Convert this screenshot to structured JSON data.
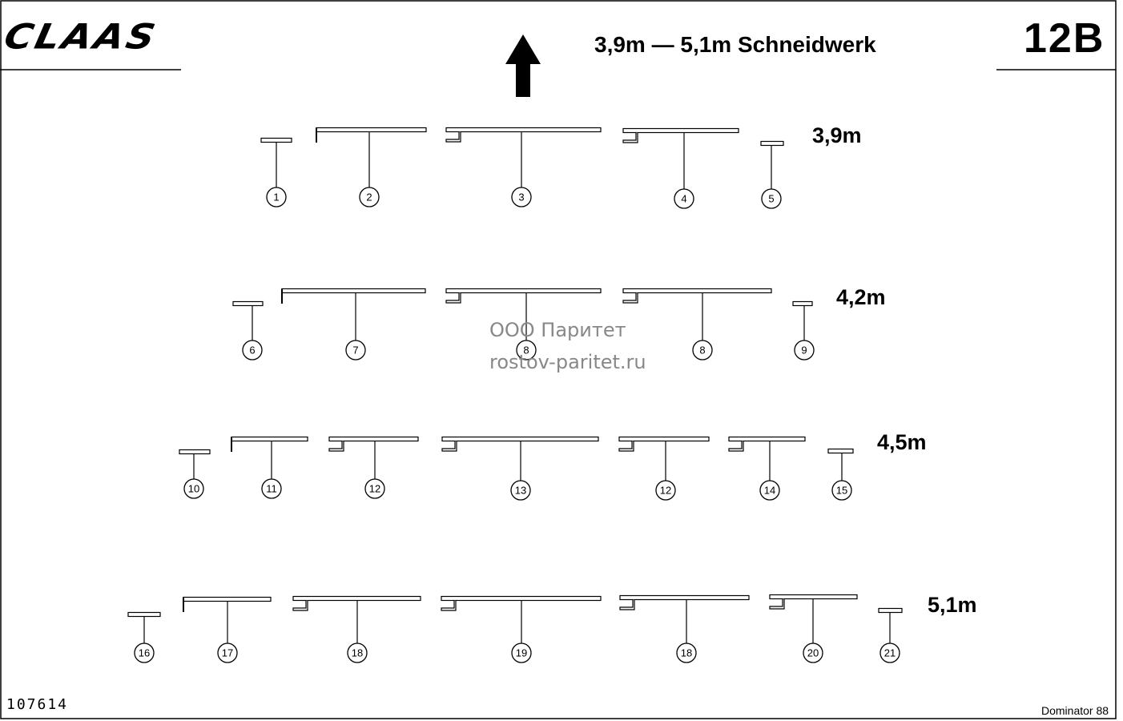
{
  "header": {
    "logo": "CLAAS",
    "title": "3,9m — 5,1m Schneidwerk",
    "code": "12B"
  },
  "rows": [
    {
      "label": "3,9m",
      "parts": [
        "1",
        "2",
        "3",
        "4",
        "5"
      ]
    },
    {
      "label": "4,2m",
      "parts": [
        "6",
        "7",
        "8",
        "8",
        "9"
      ]
    },
    {
      "label": "4,5m",
      "parts": [
        "10",
        "11",
        "12",
        "13",
        "12",
        "14",
        "15"
      ]
    },
    {
      "label": "5,1m",
      "parts": [
        "16",
        "17",
        "18",
        "19",
        "18",
        "20",
        "21"
      ]
    }
  ],
  "watermark": {
    "line1": "ООО Паритет",
    "line2": "rostov-paritet.ru"
  },
  "footer": {
    "doc_number": "107614",
    "model": "Dominator 88"
  }
}
